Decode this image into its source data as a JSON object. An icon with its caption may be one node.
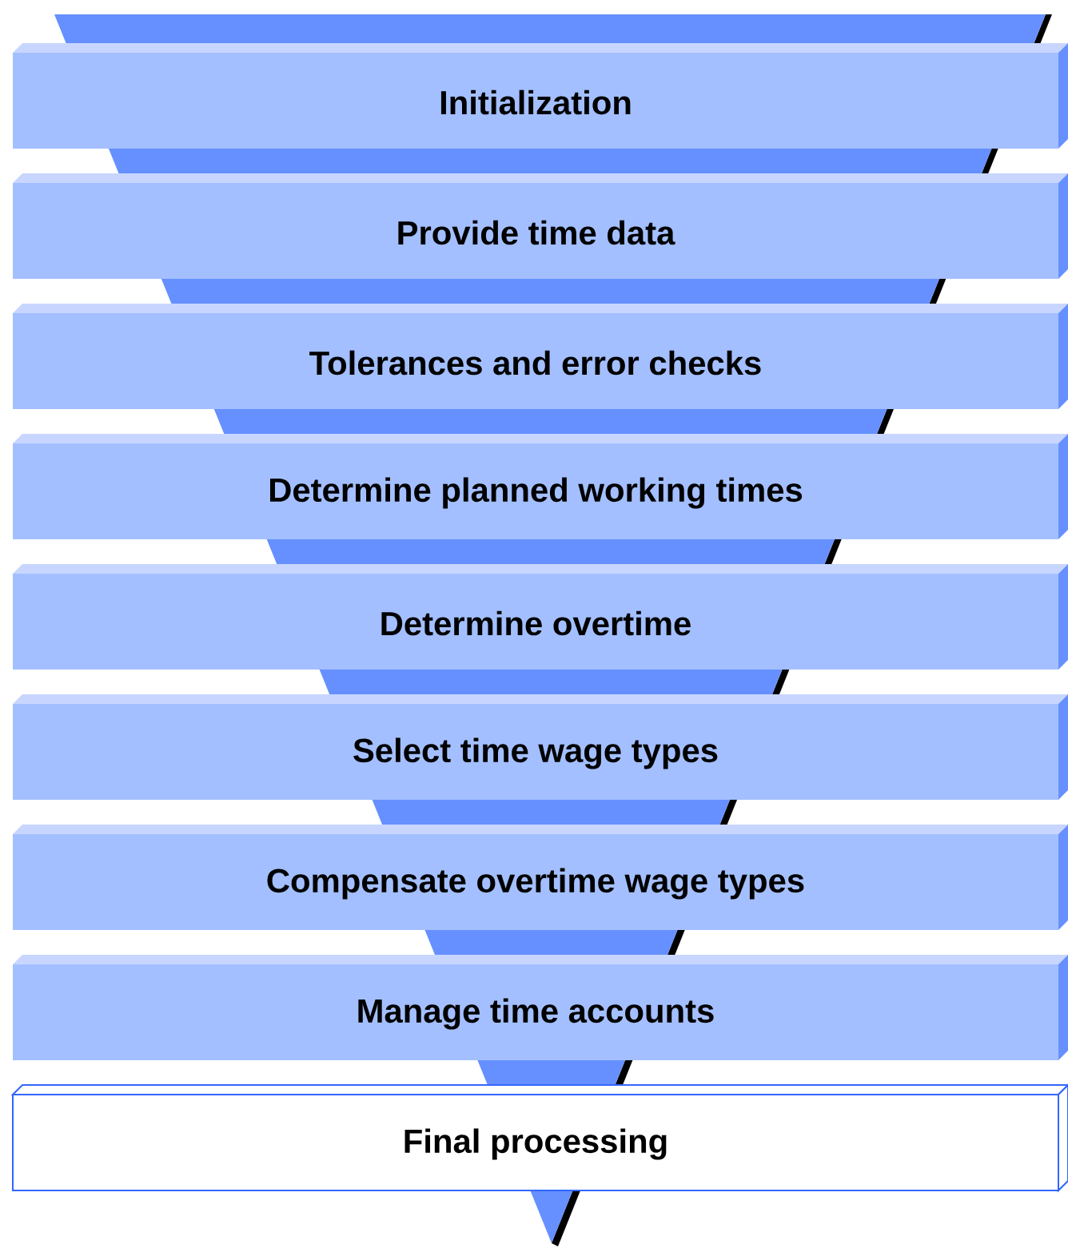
{
  "diagram": {
    "nodes": [
      {
        "text": [
          "Initialization"
        ]
      },
      {
        "text": [
          "Provide time data"
        ]
      },
      {
        "text": [
          "Tolerances and error checks"
        ]
      },
      {
        "text": [
          "Determine planned working times"
        ]
      },
      {
        "text": [
          "Determine overtime"
        ]
      },
      {
        "text": [
          "Select time wage types"
        ]
      },
      {
        "text": [
          "Compensate overtime wage types"
        ]
      },
      {
        "text": [
          "Manage time accounts"
        ]
      },
      {
        "text": [
          "Final processing"
        ]
      }
    ]
  }
}
